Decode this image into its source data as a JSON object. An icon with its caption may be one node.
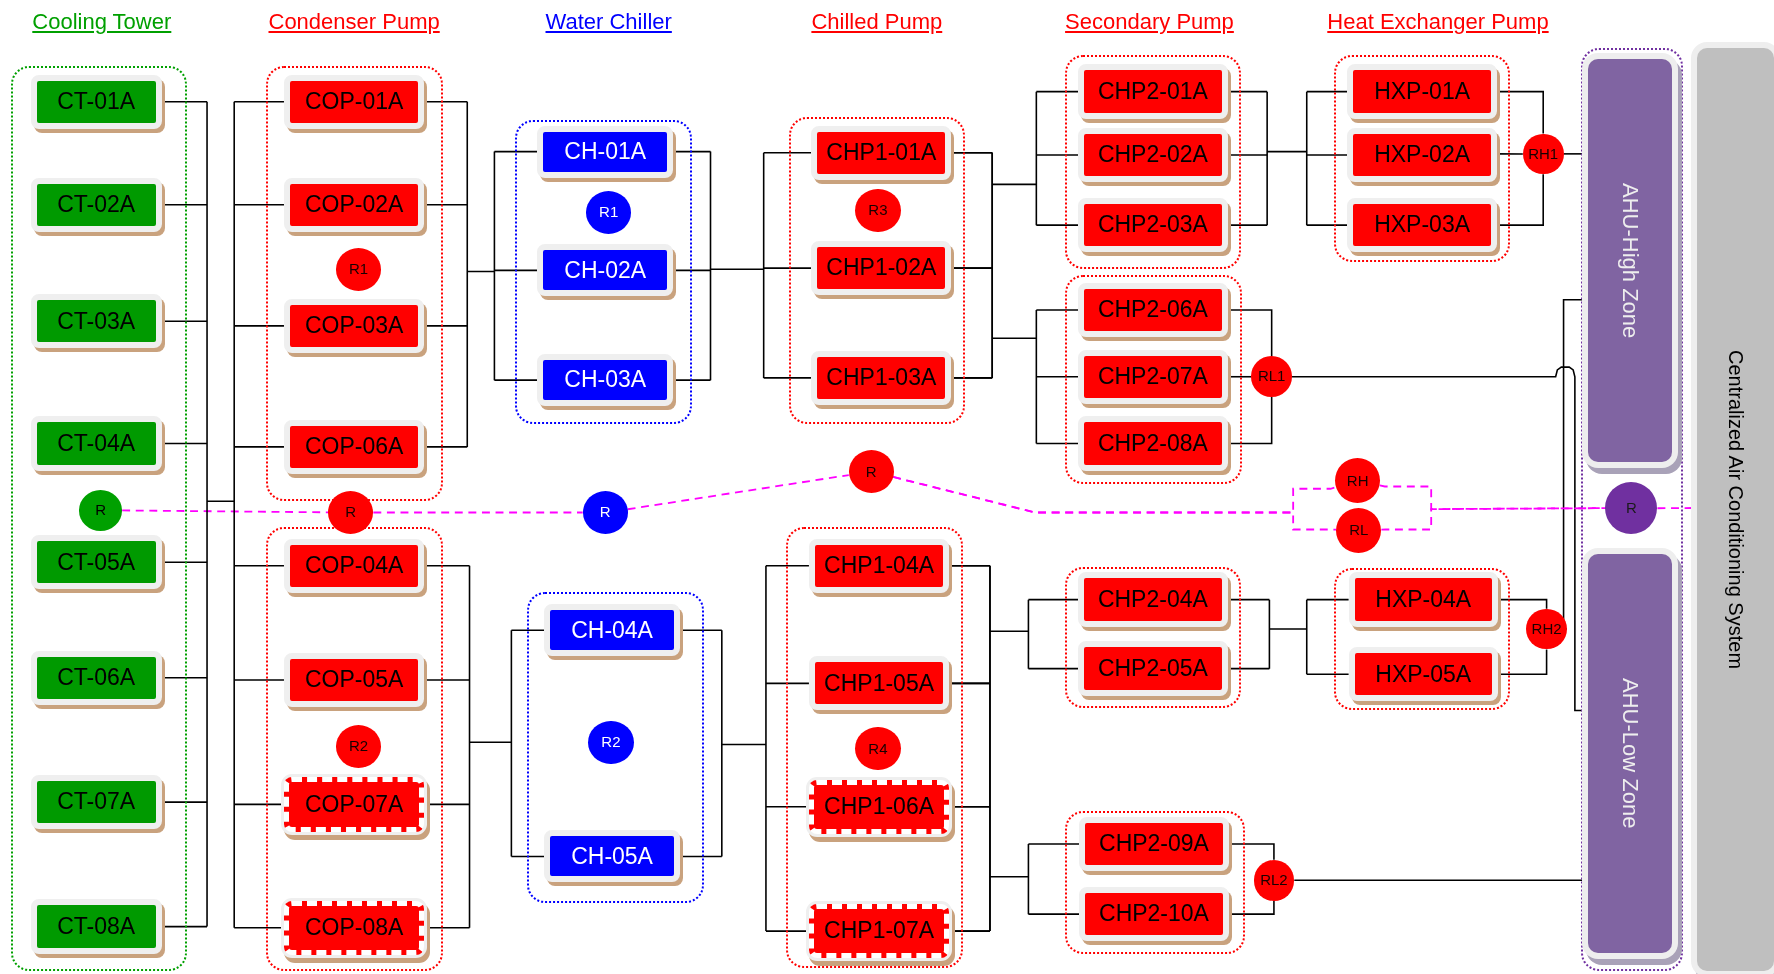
{
  "diagram": {
    "nodes": [
      {
        "text": [],
        "shape": "box"
      },
      {
        "text": [
          "CT-01A"
        ],
        "in": 0
      },
      {
        "text": [
          "CT-02A"
        ],
        "in": 0
      },
      {
        "text": [
          "CT-03A"
        ],
        "in": 0
      },
      {
        "text": [
          "CT-04A"
        ],
        "in": 0
      },
      {
        "text": [
          "CT-05A"
        ],
        "in": 0
      },
      {
        "text": [
          "CT-06A"
        ],
        "in": 0
      },
      {
        "text": [
          "CT-07A"
        ],
        "in": 0
      },
      {
        "text": [
          "CT-08A"
        ],
        "in": 0
      },
      {
        "text": [
          "R"
        ],
        "in": 0
      },
      {
        "text": [],
        "shape": "box"
      },
      {
        "text": [
          "COP-01A"
        ],
        "in": 10
      },
      {
        "text": [
          "COP-02A"
        ],
        "in": 10
      },
      {
        "text": [
          "R1"
        ],
        "in": 10
      },
      {
        "text": [
          "COP-03A"
        ],
        "in": 10
      },
      {
        "text": [
          "COP-06A"
        ],
        "in": 10
      },
      {
        "text": [
          "R"
        ]
      },
      {
        "text": [],
        "shape": "box"
      },
      {
        "text": [
          "COP-04A"
        ],
        "in": 17
      },
      {
        "text": [
          "COP-05A"
        ],
        "in": 17
      },
      {
        "text": [
          "R2"
        ],
        "in": 17
      },
      {
        "text": [
          "COP-07A"
        ],
        "in": 17
      },
      {
        "text": [
          "COP-08A"
        ],
        "in": 17
      },
      {
        "text": [],
        "shape": "box"
      },
      {
        "text": [
          "CH-01A"
        ],
        "in": 23
      },
      {
        "text": [
          "R1"
        ],
        "in": 23
      },
      {
        "text": [
          "CH-02A"
        ],
        "in": 23
      },
      {
        "text": [
          "CH-03A"
        ],
        "in": 23
      },
      {
        "text": [
          "R"
        ]
      },
      {
        "text": [],
        "shape": "box"
      },
      {
        "text": [
          "CH-04A"
        ],
        "in": 29
      },
      {
        "text": [
          "R2"
        ],
        "in": 29
      },
      {
        "text": [
          "CH-05A"
        ],
        "in": 29
      },
      {
        "text": [],
        "shape": "box"
      },
      {
        "text": [
          "CHP1-01A"
        ],
        "in": 33
      },
      {
        "text": [
          "R3"
        ],
        "in": 33
      },
      {
        "text": [
          "CHP1-02A"
        ],
        "in": 33
      },
      {
        "text": [
          "CHP1-03A"
        ],
        "in": 33
      },
      {
        "text": [
          "R"
        ]
      },
      {
        "text": [],
        "shape": "box"
      },
      {
        "text": [
          "CHP1-04A"
        ],
        "in": 39
      },
      {
        "text": [
          "CHP1-05A"
        ],
        "in": 39
      },
      {
        "text": [
          "R4"
        ],
        "in": 39
      },
      {
        "text": [
          "CHP1-06A"
        ],
        "in": 39
      },
      {
        "text": [
          "CHP1-07A"
        ],
        "in": 39
      },
      {
        "text": [],
        "shape": "box"
      },
      {
        "text": [
          "CHP2-01A"
        ],
        "in": 45
      },
      {
        "text": [
          "CHP2-02A"
        ],
        "in": 45
      },
      {
        "text": [
          "CHP2-03A"
        ],
        "in": 45
      },
      {
        "text": [],
        "shape": "box"
      },
      {
        "text": [
          "CHP2-06A"
        ],
        "in": 49
      },
      {
        "text": [
          "CHP2-07A"
        ],
        "in": 49
      },
      {
        "text": [
          "CHP2-08A"
        ],
        "in": 49
      },
      {
        "text": [],
        "shape": "box"
      },
      {
        "text": [
          "CHP2-04A"
        ],
        "in": 53
      },
      {
        "text": [
          "CHP2-05A"
        ],
        "in": 53
      },
      {
        "text": [],
        "shape": "box"
      },
      {
        "text": [
          "CHP2-09A"
        ],
        "in": 56
      },
      {
        "text": [
          "CHP2-10A"
        ],
        "in": 56
      },
      {
        "text": [],
        "shape": "box"
      },
      {
        "text": [
          "HXP-01A"
        ],
        "in": 59
      },
      {
        "text": [
          "HXP-02A"
        ],
        "in": 59
      },
      {
        "text": [
          "HXP-03A"
        ],
        "in": 59
      },
      {
        "text": [
          "RH1"
        ]
      },
      {
        "text": [
          "RL1"
        ]
      },
      {
        "text": [
          "RH"
        ]
      },
      {
        "text": [
          "RL"
        ]
      },
      {
        "text": [],
        "shape": "box"
      },
      {
        "text": [
          "HXP-04A"
        ],
        "in": 67
      },
      {
        "text": [
          "HXP-05A"
        ],
        "in": 67
      },
      {
        "text": [
          "RH2"
        ]
      },
      {
        "text": [
          "RL2"
        ]
      },
      {
        "text": [],
        "shape": "box"
      },
      {
        "text": [
          "AHU-High Zone"
        ],
        "in": 72
      },
      {
        "text": [
          "R"
        ],
        "in": 72
      },
      {
        "text": [
          "AHU-Low Zone"
        ],
        "in": 72
      },
      {
        "text": [
          "Centralized Air Conditioning System"
        ]
      }
    ],
    "edges": [
      {
        "from": 1,
        "to": 11,
        "arrow": "none"
      },
      {
        "from": 1,
        "to": 12,
        "arrow": "none"
      },
      {
        "from": 1,
        "to": 14,
        "arrow": "none"
      },
      {
        "from": 1,
        "to": 15,
        "arrow": "none"
      },
      {
        "from": 1,
        "to": 18,
        "arrow": "none"
      },
      {
        "from": 1,
        "to": 19,
        "arrow": "none"
      },
      {
        "from": 1,
        "to": 21,
        "arrow": "none"
      },
      {
        "from": 1,
        "to": 22,
        "arrow": "none"
      },
      {
        "from": 2,
        "to": 11,
        "arrow": "none"
      },
      {
        "from": 2,
        "to": 12,
        "arrow": "none"
      },
      {
        "from": 2,
        "to": 14,
        "arrow": "none"
      },
      {
        "from": 2,
        "to": 15,
        "arrow": "none"
      },
      {
        "from": 2,
        "to": 18,
        "arrow": "none"
      },
      {
        "from": 2,
        "to": 19,
        "arrow": "none"
      },
      {
        "from": 2,
        "to": 21,
        "arrow": "none"
      },
      {
        "from": 2,
        "to": 22,
        "arrow": "none"
      },
      {
        "from": 3,
        "to": 11,
        "arrow": "none"
      },
      {
        "from": 3,
        "to": 12,
        "arrow": "none"
      },
      {
        "from": 3,
        "to": 14,
        "arrow": "none"
      },
      {
        "from": 3,
        "to": 15,
        "arrow": "none"
      },
      {
        "from": 3,
        "to": 18,
        "arrow": "none"
      },
      {
        "from": 3,
        "to": 19,
        "arrow": "none"
      },
      {
        "from": 3,
        "to": 21,
        "arrow": "none"
      },
      {
        "from": 3,
        "to": 22,
        "arrow": "none"
      },
      {
        "from": 4,
        "to": 11,
        "arrow": "none"
      },
      {
        "from": 4,
        "to": 12,
        "arrow": "none"
      },
      {
        "from": 4,
        "to": 14,
        "arrow": "none"
      },
      {
        "from": 4,
        "to": 15,
        "arrow": "none"
      },
      {
        "from": 4,
        "to": 18,
        "arrow": "none"
      },
      {
        "from": 4,
        "to": 19,
        "arrow": "none"
      },
      {
        "from": 4,
        "to": 21,
        "arrow": "none"
      },
      {
        "from": 4,
        "to": 22,
        "arrow": "none"
      },
      {
        "from": 5,
        "to": 11,
        "arrow": "none"
      },
      {
        "from": 5,
        "to": 12,
        "arrow": "none"
      },
      {
        "from": 5,
        "to": 14,
        "arrow": "none"
      },
      {
        "from": 5,
        "to": 15,
        "arrow": "none"
      },
      {
        "from": 5,
        "to": 18,
        "arrow": "none"
      },
      {
        "from": 5,
        "to": 19,
        "arrow": "none"
      },
      {
        "from": 5,
        "to": 21,
        "arrow": "none"
      },
      {
        "from": 5,
        "to": 22,
        "arrow": "none"
      },
      {
        "from": 6,
        "to": 11,
        "arrow": "none"
      },
      {
        "from": 6,
        "to": 12,
        "arrow": "none"
      },
      {
        "from": 6,
        "to": 14,
        "arrow": "none"
      },
      {
        "from": 6,
        "to": 15,
        "arrow": "none"
      },
      {
        "from": 6,
        "to": 18,
        "arrow": "none"
      },
      {
        "from": 6,
        "to": 19,
        "arrow": "none"
      },
      {
        "from": 6,
        "to": 21,
        "arrow": "none"
      },
      {
        "from": 6,
        "to": 22,
        "arrow": "none"
      },
      {
        "from": 7,
        "to": 11,
        "arrow": "none"
      },
      {
        "from": 7,
        "to": 12,
        "arrow": "none"
      },
      {
        "from": 7,
        "to": 14,
        "arrow": "none"
      },
      {
        "from": 7,
        "to": 15,
        "arrow": "none"
      },
      {
        "from": 7,
        "to": 18,
        "arrow": "none"
      },
      {
        "from": 7,
        "to": 19,
        "arrow": "none"
      },
      {
        "from": 7,
        "to": 21,
        "arrow": "none"
      },
      {
        "from": 7,
        "to": 22,
        "arrow": "none"
      },
      {
        "from": 8,
        "to": 11,
        "arrow": "none"
      },
      {
        "from": 8,
        "to": 12,
        "arrow": "none"
      },
      {
        "from": 8,
        "to": 14,
        "arrow": "none"
      },
      {
        "from": 8,
        "to": 15,
        "arrow": "none"
      },
      {
        "from": 8,
        "to": 18,
        "arrow": "none"
      },
      {
        "from": 8,
        "to": 19,
        "arrow": "none"
      },
      {
        "from": 8,
        "to": 21,
        "arrow": "none"
      },
      {
        "from": 8,
        "to": 22,
        "arrow": "none"
      },
      {
        "from": 11,
        "to": 24,
        "arrow": "none"
      },
      {
        "from": 11,
        "to": 26,
        "arrow": "none"
      },
      {
        "from": 11,
        "to": 27,
        "arrow": "none"
      },
      {
        "from": 12,
        "to": 24,
        "arrow": "none"
      },
      {
        "from": 12,
        "to": 26,
        "arrow": "none"
      },
      {
        "from": 12,
        "to": 27,
        "arrow": "none"
      },
      {
        "from": 14,
        "to": 24,
        "arrow": "none"
      },
      {
        "from": 14,
        "to": 26,
        "arrow": "none"
      },
      {
        "from": 14,
        "to": 27,
        "arrow": "none"
      },
      {
        "from": 15,
        "to": 24,
        "arrow": "none"
      },
      {
        "from": 15,
        "to": 26,
        "arrow": "none"
      },
      {
        "from": 15,
        "to": 27,
        "arrow": "none"
      },
      {
        "from": 18,
        "to": 30,
        "arrow": "none"
      },
      {
        "from": 18,
        "to": 32,
        "arrow": "none"
      },
      {
        "from": 19,
        "to": 30,
        "arrow": "none"
      },
      {
        "from": 19,
        "to": 32,
        "arrow": "none"
      },
      {
        "from": 21,
        "to": 30,
        "arrow": "none"
      },
      {
        "from": 21,
        "to": 32,
        "arrow": "none"
      },
      {
        "from": 22,
        "to": 30,
        "arrow": "none"
      },
      {
        "from": 22,
        "to": 32,
        "arrow": "none"
      },
      {
        "from": 24,
        "to": 34,
        "arrow": "none"
      },
      {
        "from": 24,
        "to": 36,
        "arrow": "none"
      },
      {
        "from": 24,
        "to": 37,
        "arrow": "none"
      },
      {
        "from": 26,
        "to": 34,
        "arrow": "none"
      },
      {
        "from": 26,
        "to": 36,
        "arrow": "none"
      },
      {
        "from": 26,
        "to": 37,
        "arrow": "none"
      },
      {
        "from": 27,
        "to": 34,
        "arrow": "none"
      },
      {
        "from": 27,
        "to": 36,
        "arrow": "none"
      },
      {
        "from": 27,
        "to": 37,
        "arrow": "none"
      },
      {
        "from": 30,
        "to": 40,
        "arrow": "none"
      },
      {
        "from": 30,
        "to": 41,
        "arrow": "none"
      },
      {
        "from": 30,
        "to": 43,
        "arrow": "none"
      },
      {
        "from": 30,
        "to": 44,
        "arrow": "none"
      },
      {
        "from": 32,
        "to": 40,
        "arrow": "none"
      },
      {
        "from": 32,
        "to": 41,
        "arrow": "none"
      },
      {
        "from": 32,
        "to": 43,
        "arrow": "none"
      },
      {
        "from": 32,
        "to": 44,
        "arrow": "none"
      },
      {
        "from": 34,
        "to": 46,
        "arrow": "none"
      },
      {
        "from": 34,
        "to": 47,
        "arrow": "none"
      },
      {
        "from": 34,
        "to": 48,
        "arrow": "none"
      },
      {
        "from": 34,
        "to": 50,
        "arrow": "none"
      },
      {
        "from": 34,
        "to": 51,
        "arrow": "none"
      },
      {
        "from": 34,
        "to": 52,
        "arrow": "none"
      },
      {
        "from": 36,
        "to": 46,
        "arrow": "none"
      },
      {
        "from": 36,
        "to": 47,
        "arrow": "none"
      },
      {
        "from": 36,
        "to": 48,
        "arrow": "none"
      },
      {
        "from": 36,
        "to": 50,
        "arrow": "none"
      },
      {
        "from": 36,
        "to": 51,
        "arrow": "none"
      },
      {
        "from": 36,
        "to": 52,
        "arrow": "none"
      },
      {
        "from": 37,
        "to": 46,
        "arrow": "none"
      },
      {
        "from": 37,
        "to": 47,
        "arrow": "none"
      },
      {
        "from": 37,
        "to": 48,
        "arrow": "none"
      },
      {
        "from": 37,
        "to": 50,
        "arrow": "none"
      },
      {
        "from": 37,
        "to": 51,
        "arrow": "none"
      },
      {
        "from": 37,
        "to": 52,
        "arrow": "none"
      },
      {
        "from": 40,
        "to": 54,
        "arrow": "none"
      },
      {
        "from": 40,
        "to": 55,
        "arrow": "none"
      },
      {
        "from": 40,
        "to": 57,
        "arrow": "none"
      },
      {
        "from": 40,
        "to": 58,
        "arrow": "none"
      },
      {
        "from": 41,
        "to": 54,
        "arrow": "none"
      },
      {
        "from": 41,
        "to": 55,
        "arrow": "none"
      },
      {
        "from": 41,
        "to": 57,
        "arrow": "none"
      },
      {
        "from": 41,
        "to": 58,
        "arrow": "none"
      },
      {
        "from": 43,
        "to": 54,
        "arrow": "none"
      },
      {
        "from": 43,
        "to": 55,
        "arrow": "none"
      },
      {
        "from": 43,
        "to": 57,
        "arrow": "none"
      },
      {
        "from": 43,
        "to": 58,
        "arrow": "none"
      },
      {
        "from": 44,
        "to": 54,
        "arrow": "none"
      },
      {
        "from": 44,
        "to": 55,
        "arrow": "none"
      },
      {
        "from": 44,
        "to": 57,
        "arrow": "none"
      },
      {
        "from": 44,
        "to": 58,
        "arrow": "none"
      },
      {
        "from": 46,
        "to": 60,
        "arrow": "none"
      },
      {
        "from": 46,
        "to": 61,
        "arrow": "none"
      },
      {
        "from": 46,
        "to": 62,
        "arrow": "none"
      },
      {
        "from": 47,
        "to": 60,
        "arrow": "none"
      },
      {
        "from": 47,
        "to": 61,
        "arrow": "none"
      },
      {
        "from": 47,
        "to": 62,
        "arrow": "none"
      },
      {
        "from": 48,
        "to": 60,
        "arrow": "none"
      },
      {
        "from": 48,
        "to": 61,
        "arrow": "none"
      },
      {
        "from": 48,
        "to": 62,
        "arrow": "none"
      },
      {
        "from": 54,
        "to": 68,
        "arrow": "none"
      },
      {
        "from": 54,
        "to": 69,
        "arrow": "none"
      },
      {
        "from": 55,
        "to": 68,
        "arrow": "none"
      },
      {
        "from": 55,
        "to": 69,
        "arrow": "none"
      },
      {
        "from": 60,
        "to": 63,
        "arrow": "none"
      },
      {
        "from": 61,
        "to": 63,
        "arrow": "none"
      },
      {
        "from": 62,
        "to": 63,
        "arrow": "none"
      },
      {
        "from": 50,
        "to": 64,
        "arrow": "none"
      },
      {
        "from": 51,
        "to": 64,
        "arrow": "none"
      },
      {
        "from": 52,
        "to": 64,
        "arrow": "none"
      },
      {
        "from": 68,
        "to": 70,
        "arrow": "none"
      },
      {
        "from": 69,
        "to": 70,
        "arrow": "none"
      },
      {
        "from": 57,
        "to": 71,
        "arrow": "none"
      },
      {
        "from": 58,
        "to": 71,
        "arrow": "none"
      },
      {
        "from": 63,
        "to": 73,
        "arrow": "none"
      },
      {
        "from": 64,
        "to": 75,
        "arrow": "none"
      },
      {
        "from": 70,
        "to": 73,
        "arrow": "none"
      },
      {
        "from": 71,
        "to": 75,
        "arrow": "none"
      },
      {
        "from": 9,
        "to": 16,
        "arrow": "none",
        "style": "dashed",
        "color": "#ff00ff"
      },
      {
        "from": 16,
        "to": 28,
        "arrow": "none",
        "style": "dashed",
        "color": "#ff00ff"
      },
      {
        "from": 28,
        "to": 38,
        "arrow": "none",
        "style": "dashed",
        "color": "#ff00ff"
      },
      {
        "from": 38,
        "to": 65,
        "arrow": "none",
        "style": "dashed",
        "color": "#ff00ff"
      },
      {
        "from": 38,
        "to": 66,
        "arrow": "none",
        "style": "dashed",
        "color": "#ff00ff"
      },
      {
        "from": 65,
        "to": 74,
        "arrow": "none",
        "style": "dashed",
        "color": "#ff00ff"
      },
      {
        "from": 66,
        "to": 74,
        "arrow": "none",
        "style": "dashed",
        "color": "#ff00ff"
      },
      {
        "from": 74,
        "to": 76,
        "arrow": "none",
        "style": "dashed",
        "color": "#ff00ff"
      }
    ],
    "labels": [
      "Cooling Tower",
      "Condenser Pump",
      "Water Chiller",
      "Chilled Pump",
      "Secondary Pump",
      "Heat Exchanger Pump"
    ]
  }
}
